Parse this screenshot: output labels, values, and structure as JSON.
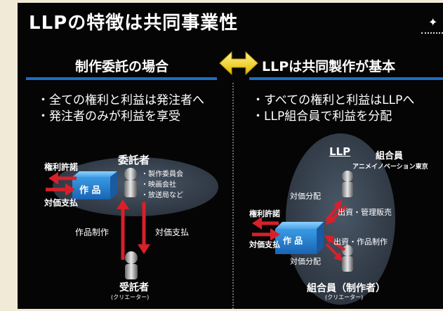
{
  "title": "LLPの特徴は共同事業性",
  "left": {
    "heading": "制作委託の場合",
    "bullets": [
      "・全ての権利と利益は発注者へ",
      "・発注者のみが利益を享受"
    ],
    "client_label": "委託者",
    "client_examples": [
      "・製作委員会",
      "・映画会社",
      "・放送局など"
    ],
    "work_label": "作 品",
    "rights_label": "権利許諾",
    "payment_label": "対価支払",
    "production_label": "作品制作",
    "payment_vertical_label": "対価支払",
    "creator_label": "受託者",
    "creator_sub": "(クリエーター)"
  },
  "right": {
    "heading": "LLPは共同製作が基本",
    "bullets": [
      "・すべての権利と利益はLLPへ",
      "・LLP組合員で利益を分配"
    ],
    "llp_label": "LLP",
    "member_title": "組合員",
    "member_name": "アニメイノベーション東京",
    "distribution_top_label": "対価分配",
    "investment_sales_label": "出資・管理販売",
    "rights_label": "権利許諾",
    "payment_label": "対価支払",
    "work_label": "作 品",
    "investment_production_label": "出資・作品制作",
    "distribution_bottom_label": "対価分配",
    "creator_member_label": "組合員（制作者）",
    "creator_sub": "(クリエーター)"
  },
  "colors": {
    "arrow_red": "#d8202a",
    "accent_blue": "#1a6fc4",
    "double_arrow": "#f2d21a"
  }
}
